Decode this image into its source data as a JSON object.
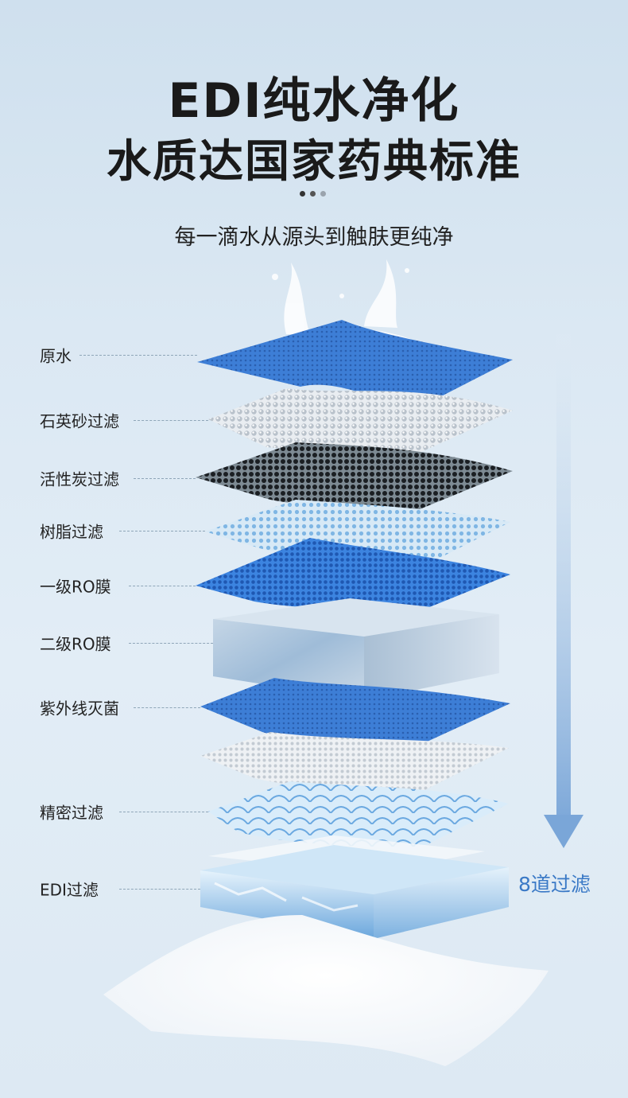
{
  "header": {
    "title_line1": "EDI纯水净化",
    "title_line2": "水质达国家药典标准",
    "subtitle": "每一滴水从源头到触肤更纯净"
  },
  "layers": [
    {
      "id": "raw-water",
      "label": "原水"
    },
    {
      "id": "quartz-sand",
      "label": "石英砂过滤"
    },
    {
      "id": "activated-carbon",
      "label": "活性炭过滤"
    },
    {
      "id": "resin",
      "label": "树脂过滤"
    },
    {
      "id": "ro-1",
      "label": "一级RO膜"
    },
    {
      "id": "ro-2",
      "label": "二级RO膜"
    },
    {
      "id": "uv",
      "label": "紫外线灭菌"
    },
    {
      "id": "precision",
      "label": "精密过滤"
    },
    {
      "id": "edi",
      "label": "EDI过滤"
    }
  ],
  "flow": {
    "steps_label": "8道过滤"
  },
  "colors": {
    "title": "#1a1a1a",
    "accent_blue": "#3a79c6",
    "arrow": "#7aa6d8",
    "dot_dark": "#333333",
    "dot_mid": "#555555",
    "dot_light": "#9aa3ad"
  },
  "icons": [
    "water-splash-icon",
    "down-arrow-icon"
  ]
}
